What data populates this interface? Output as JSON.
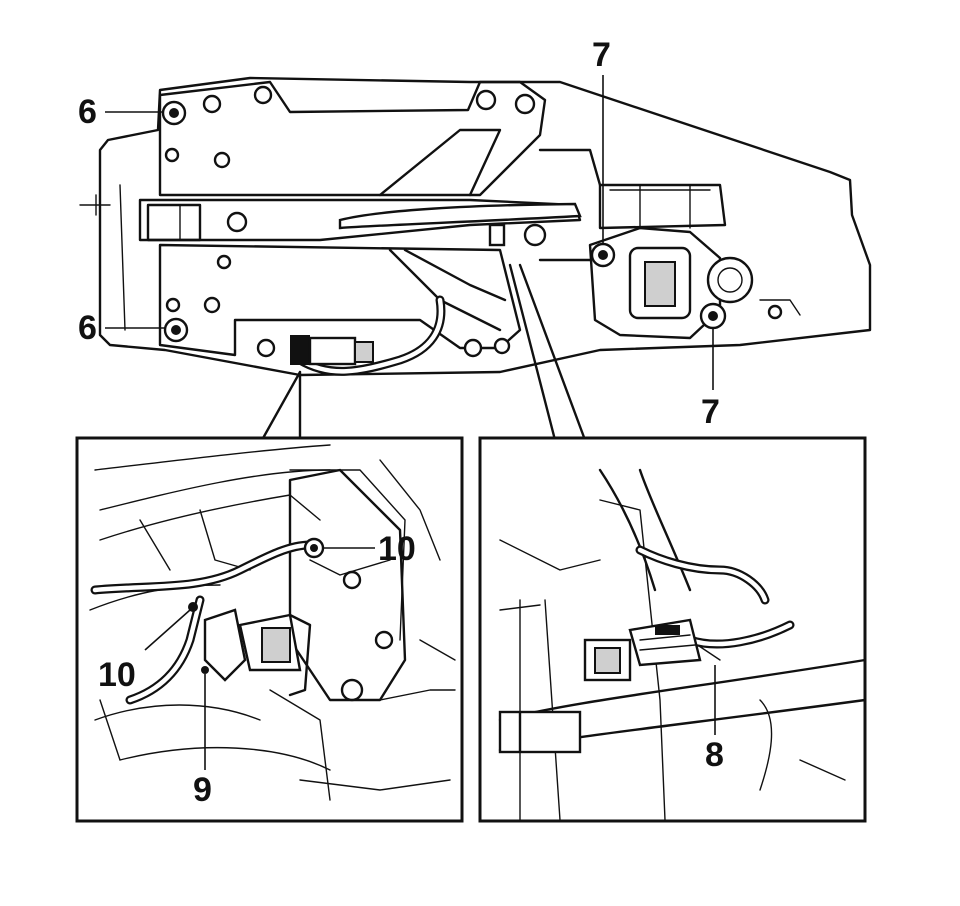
{
  "callouts": {
    "c6_top": "6",
    "c6_bottom": "6",
    "c7_top": "7",
    "c7_bottom": "7",
    "c8": "8",
    "c9": "9",
    "c10_right": "10",
    "c10_left": "10"
  }
}
